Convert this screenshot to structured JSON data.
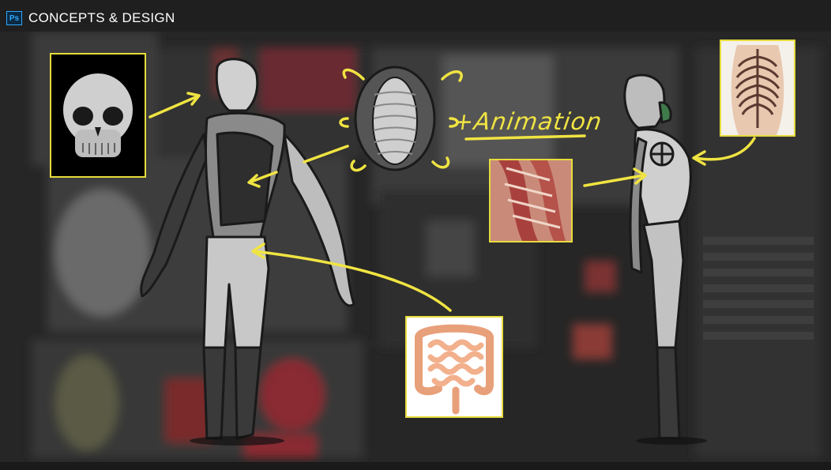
{
  "window": {
    "app_icon": "photoshop-icon",
    "app_icon_text": "Ps",
    "title": "CONCEPTS & DESIGN"
  },
  "canvas": {
    "annotation": "+Animation",
    "references": [
      {
        "name": "skull",
        "icon": "skull-photo"
      },
      {
        "name": "ribcage",
        "icon": "ribcage-illustration"
      },
      {
        "name": "muscle",
        "icon": "muscle-tissue-photo"
      },
      {
        "name": "intestines",
        "icon": "intestines-illustration"
      }
    ]
  },
  "colors": {
    "accent_yellow": "#e6dc3c",
    "background": "#2a2a2a",
    "photoshop_blue": "#31a8ff"
  }
}
